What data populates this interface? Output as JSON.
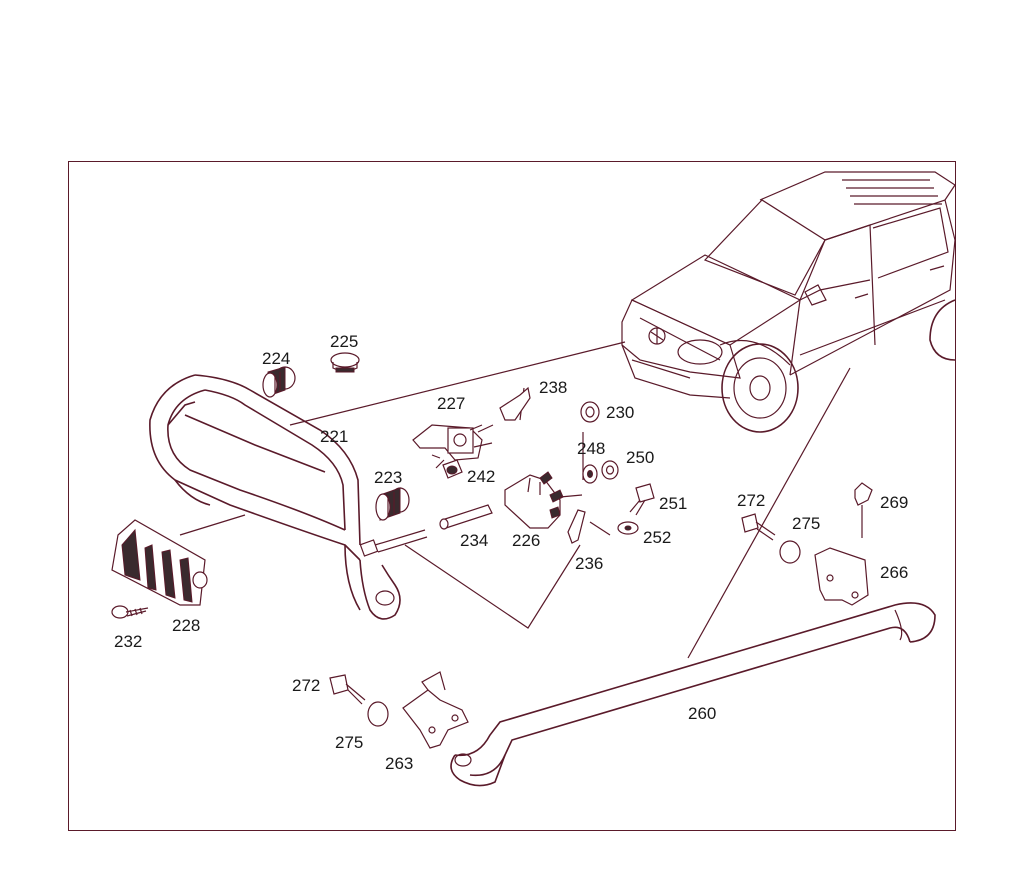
{
  "diagram": {
    "labels": {
      "p221": "221",
      "p223": "223",
      "p224": "224",
      "p225": "225",
      "p226": "226",
      "p227": "227",
      "p228": "228",
      "p230": "230",
      "p232": "232",
      "p234": "234",
      "p236": "236",
      "p238": "238",
      "p242": "242",
      "p248": "248",
      "p250": "250",
      "p251": "251",
      "p252": "252",
      "p260": "260",
      "p263": "263",
      "p266": "266",
      "p269": "269",
      "p272a": "272",
      "p272b": "272",
      "p275a": "275",
      "p275b": "275"
    },
    "line_color": "#5a1a2a"
  }
}
